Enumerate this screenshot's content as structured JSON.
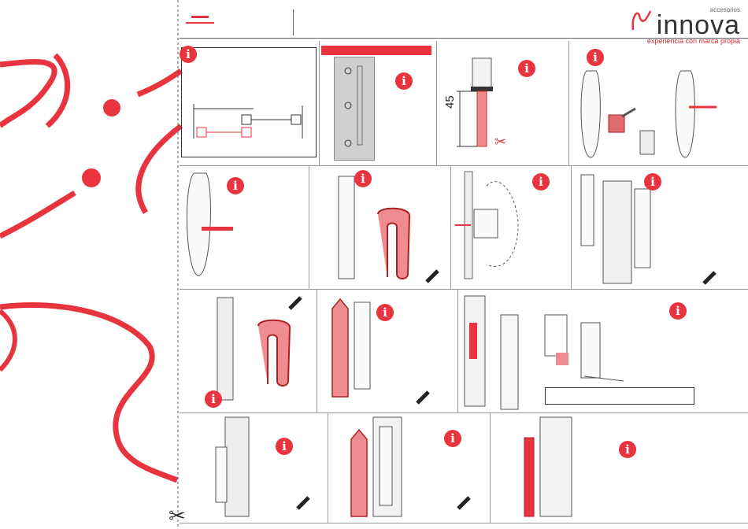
{
  "brand": {
    "small_text": "accesorios",
    "logo_text": "innova",
    "tagline": "experiencia con marca propia",
    "accent_color": "#e8343f"
  },
  "steps": {
    "dimension_45": "45"
  },
  "icons": {
    "info_symbol": "i",
    "scissors_symbol": "✂",
    "screwdriver": "screwdriver-icon"
  }
}
